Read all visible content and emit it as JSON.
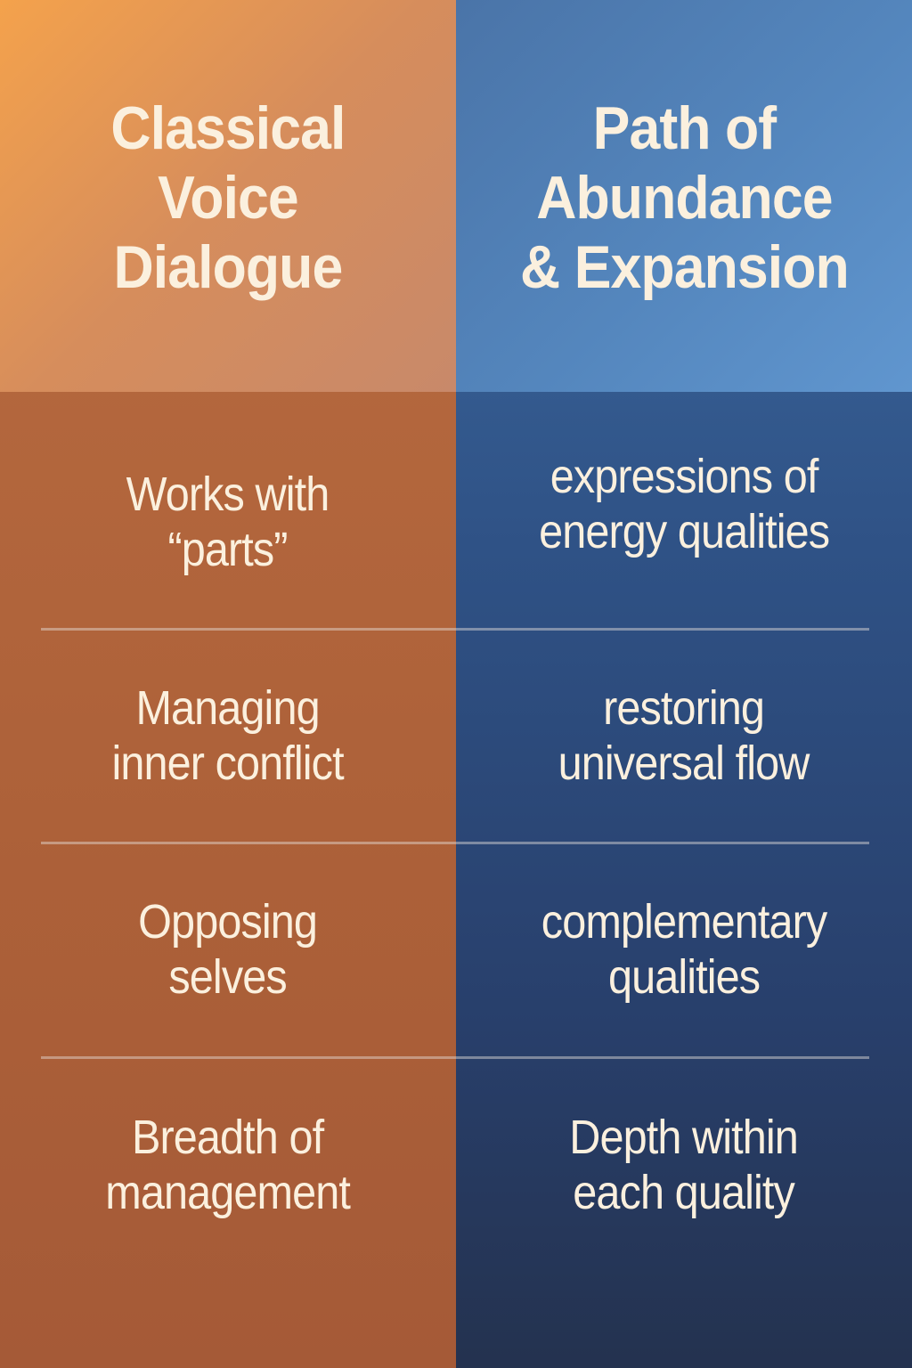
{
  "columns": [
    {
      "title": "Classical\nVoice\nDialogue",
      "rows": [
        "Works with\n“parts”",
        "Managing\ninner conflict",
        "Opposing\nselves",
        "Breadth of\nmanagement"
      ]
    },
    {
      "title": "Path of\nAbundance\n& Expansion",
      "rows": [
        "expressions of\nenergy qualities",
        "restoring\nuniversal flow",
        "complementary\nqualities",
        "Depth within\neach quality"
      ]
    }
  ],
  "colors": {
    "left_accent": "#f4a24c",
    "left_body": "#b06439",
    "right_accent": "#5486bd",
    "right_body": "#2f5286",
    "text": "#fbf0de"
  }
}
